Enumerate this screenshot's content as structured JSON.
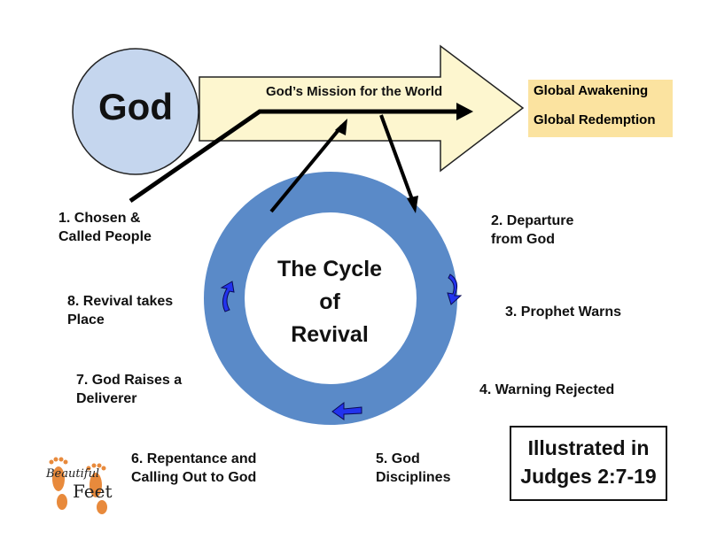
{
  "diagram": {
    "god": "God",
    "mission": "God’s Mission for the World",
    "outcomes": [
      "Global Awakening",
      "Global Redemption"
    ],
    "cycle_title": [
      "The Cycle",
      "of",
      "Revival"
    ],
    "steps": {
      "s1": "1. Chosen & Called People",
      "s2": "2. Departure from God",
      "s3": "3. Prophet Warns",
      "s4": "4. Warning Rejected",
      "s5": "5. God Disciplines",
      "s6": "6. Repentance and Calling Out to God",
      "s7": "7. God Raises a Deliverer",
      "s8": "8. Revival takes Place"
    },
    "reference": [
      "Illustrated in",
      "Judges 2:7-19"
    ],
    "logo": [
      "Beautiful",
      "Feet"
    ]
  },
  "colors": {
    "god_circle": "#c5d6ee",
    "big_arrow": "#fdf6cf",
    "ring": "#5a8ac8",
    "small_arrows": "#2233ee",
    "goal_box": "#fbe3a0",
    "footprint": "#e88a3c"
  },
  "icons": {
    "flow_arrows": "curved-arrow-icon",
    "logo": "footprints-icon"
  }
}
